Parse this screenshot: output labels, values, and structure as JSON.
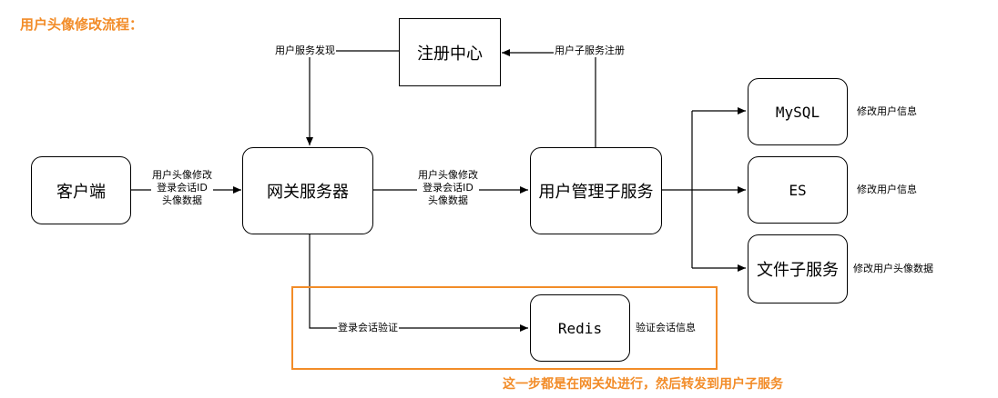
{
  "title": "用户头像修改流程：",
  "colors": {
    "accent": "#f28c28",
    "line": "#000000"
  },
  "nodes": {
    "registry": "注册中心",
    "client": "客户端",
    "gateway": "网关服务器",
    "user_service": "用户管理子服务",
    "mysql": "MySQL",
    "es": "ES",
    "file_service": "文件子服务",
    "redis": "Redis"
  },
  "edges": {
    "gateway_discovery": "用户服务发现",
    "user_register": "用户子服务注册",
    "client_to_gateway": [
      "用户头像修改",
      "登录会话ID",
      "头像数据"
    ],
    "gateway_to_user": [
      "用户头像修改",
      "登录会话ID",
      "头像数据"
    ],
    "gateway_to_redis": "登录会话验证"
  },
  "annotations": {
    "mysql": "修改用户信息",
    "es": "修改用户信息",
    "file_service": "修改用户头像数据",
    "redis": "验证会话信息"
  },
  "highlight_note": "这一步都是在网关处进行，然后转发到用户子服务"
}
